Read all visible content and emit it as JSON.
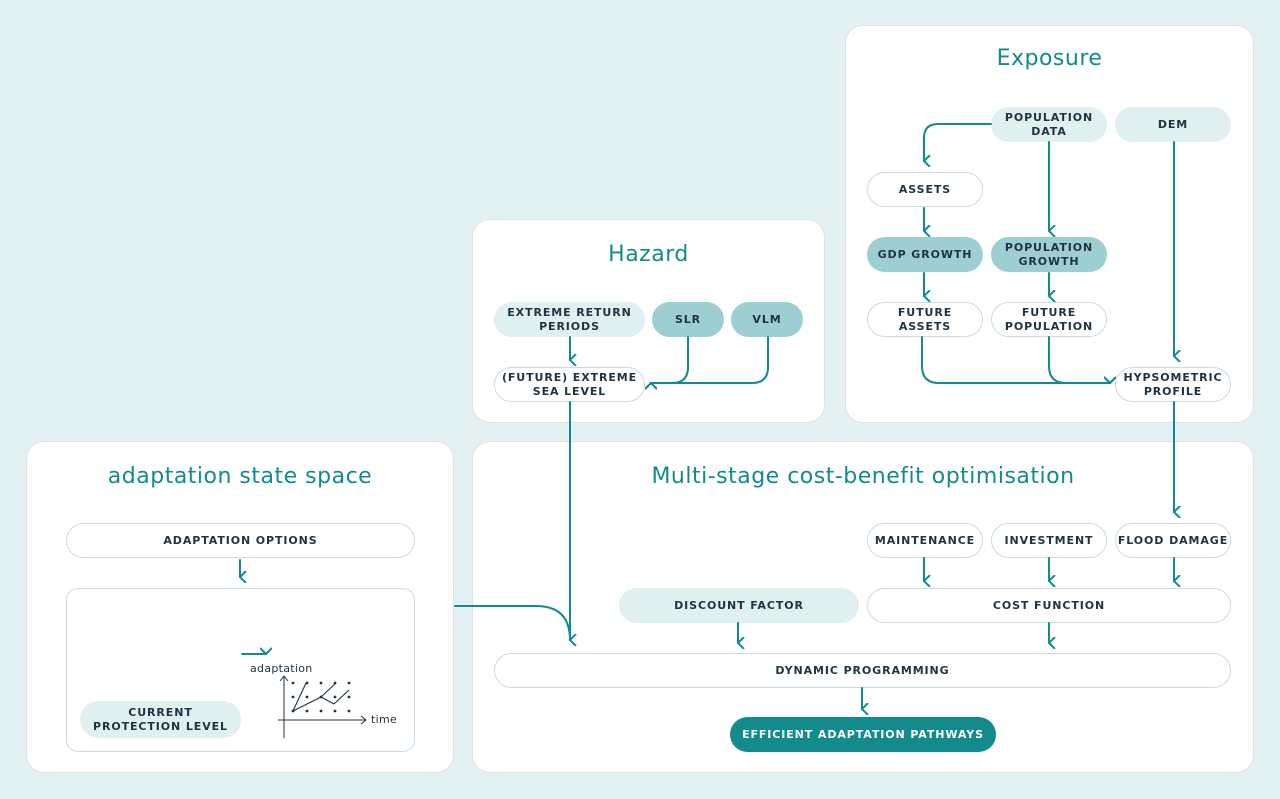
{
  "colors": {
    "accent": "#138a8c",
    "background": "#e4f1f2",
    "node_light": "#e0f0f1",
    "node_mid": "#9dcfd2"
  },
  "panels": {
    "exposure": {
      "title": "Exposure"
    },
    "hazard": {
      "title": "Hazard"
    },
    "adaptation": {
      "title": "adaptation state space"
    },
    "optimisation": {
      "title": "Multi-stage cost-benefit optimisation"
    }
  },
  "exposure": {
    "population_data": "POPULATION\nDATA",
    "dem": "DEM",
    "assets": "ASSETS",
    "gdp_growth": "GDP GROWTH",
    "population_growth": "POPULATION\nGROWTH",
    "future_assets": "FUTURE\nASSETS",
    "future_population": "FUTURE\nPOPULATION",
    "hypsometric_profile": "HYPSOMETRIC\nPROFILE"
  },
  "hazard": {
    "extreme_return_periods": "EXTREME RETURN\nPERIODS",
    "slr": "SLR",
    "vlm": "VLM",
    "future_extreme_sea_level": "(FUTURE) EXTREME\nSEA LEVEL"
  },
  "adaptation": {
    "adaptation_options": "ADAPTATION OPTIONS",
    "current_protection_level": "CURRENT\nPROTECTION LEVEL",
    "graph_y_label": "adaptation",
    "graph_x_label": "time"
  },
  "optimisation": {
    "maintenance": "MAINTENANCE",
    "investment": "INVESTMENT",
    "flood_damage": "FLOOD DAMAGE",
    "discount_factor": "DISCOUNT FACTOR",
    "cost_function": "COST FUNCTION",
    "dynamic_programming": "DYNAMIC PROGRAMMING",
    "efficient_adaptation_pathways": "EFFICIENT ADAPTATION PATHWAYS"
  }
}
